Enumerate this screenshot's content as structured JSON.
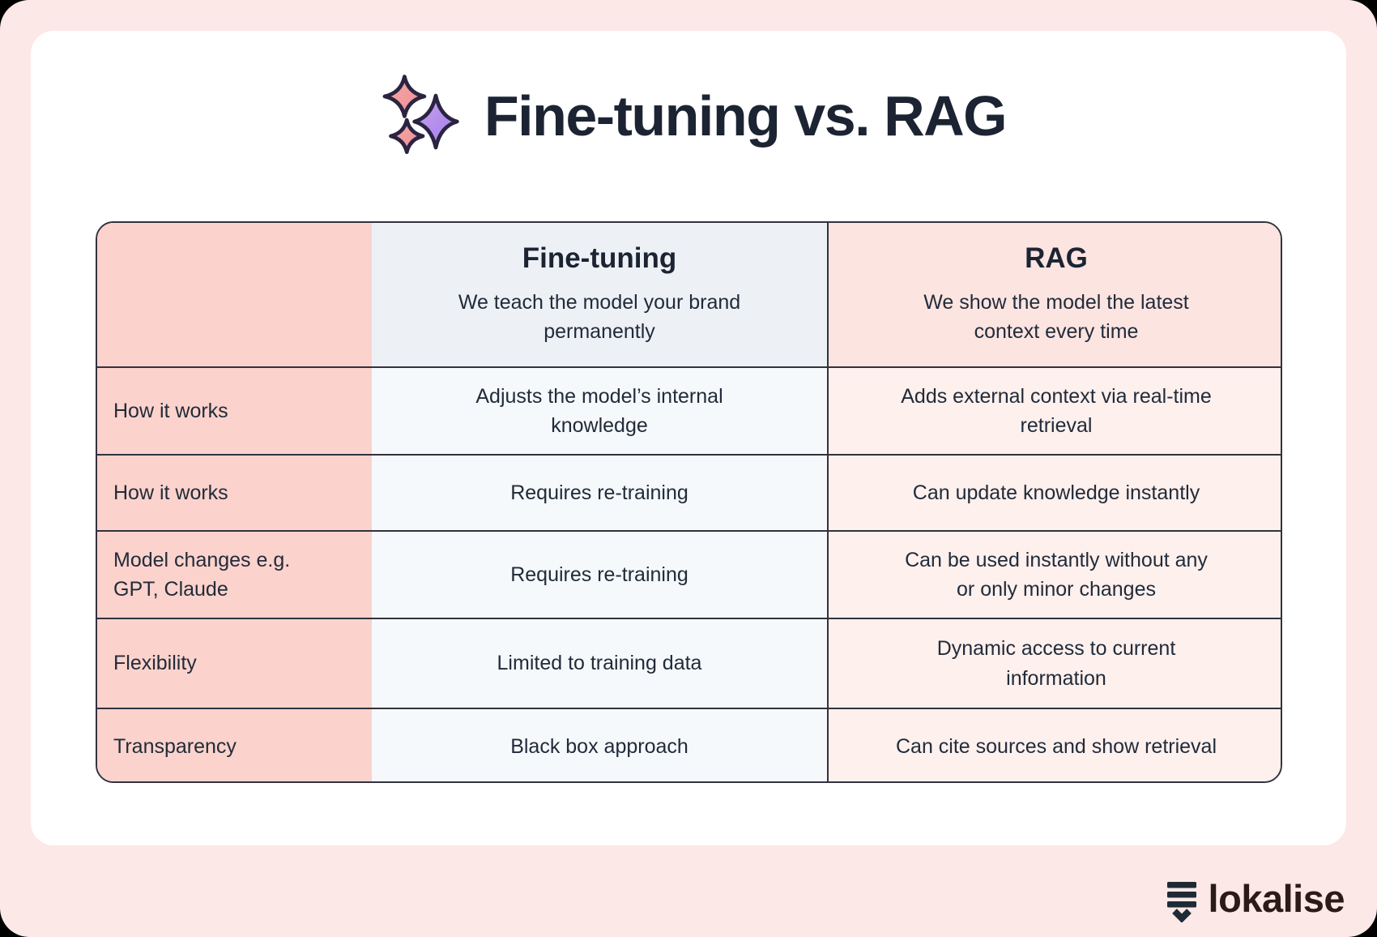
{
  "title": {
    "text": "Fine-tuning vs. RAG",
    "icon": "sparkles-icon"
  },
  "table": {
    "columns": [
      {
        "title": "",
        "subtitle": ""
      },
      {
        "title": "Fine-tuning",
        "subtitle": "We teach the model your brand\npermanently"
      },
      {
        "title": "RAG",
        "subtitle": "We show the model the latest\ncontext every time"
      }
    ],
    "rows": [
      {
        "label": "How it works",
        "fine_tuning": "Adjusts the model’s internal\nknowledge",
        "rag": "Adds external context via real-time\nretrieval"
      },
      {
        "label": "How it works",
        "fine_tuning": "Requires re-training",
        "rag": "Can update knowledge instantly"
      },
      {
        "label": "Model changes e.g.\nGPT, Claude",
        "fine_tuning": "Requires re-training",
        "rag": "Can be used instantly without any\nor only minor changes"
      },
      {
        "label": "Flexibility",
        "fine_tuning": "Limited to training data",
        "rag": "Dynamic access to current\ninformation"
      },
      {
        "label": "Transparency",
        "fine_tuning": "Black box approach",
        "rag": "Can cite sources and show retrieval"
      }
    ]
  },
  "footer": {
    "brand": "lokalise"
  },
  "colors": {
    "page_background": "#fce8e6",
    "card_background": "#ffffff",
    "label_column": "#fbd3cc",
    "fine_tuning_header": "#edf1f5",
    "fine_tuning_body": "#f5f9fb",
    "rag_header": "#fce4e1",
    "rag_body": "#fdf0ed",
    "table_border": "#32323e",
    "text": "#222b3a",
    "title_text": "#1c2433",
    "star_pink": "#f2978f",
    "star_purple": "#ab83ee",
    "logo_mark": "#1e2a36",
    "logo_text": "#2b1b17"
  }
}
